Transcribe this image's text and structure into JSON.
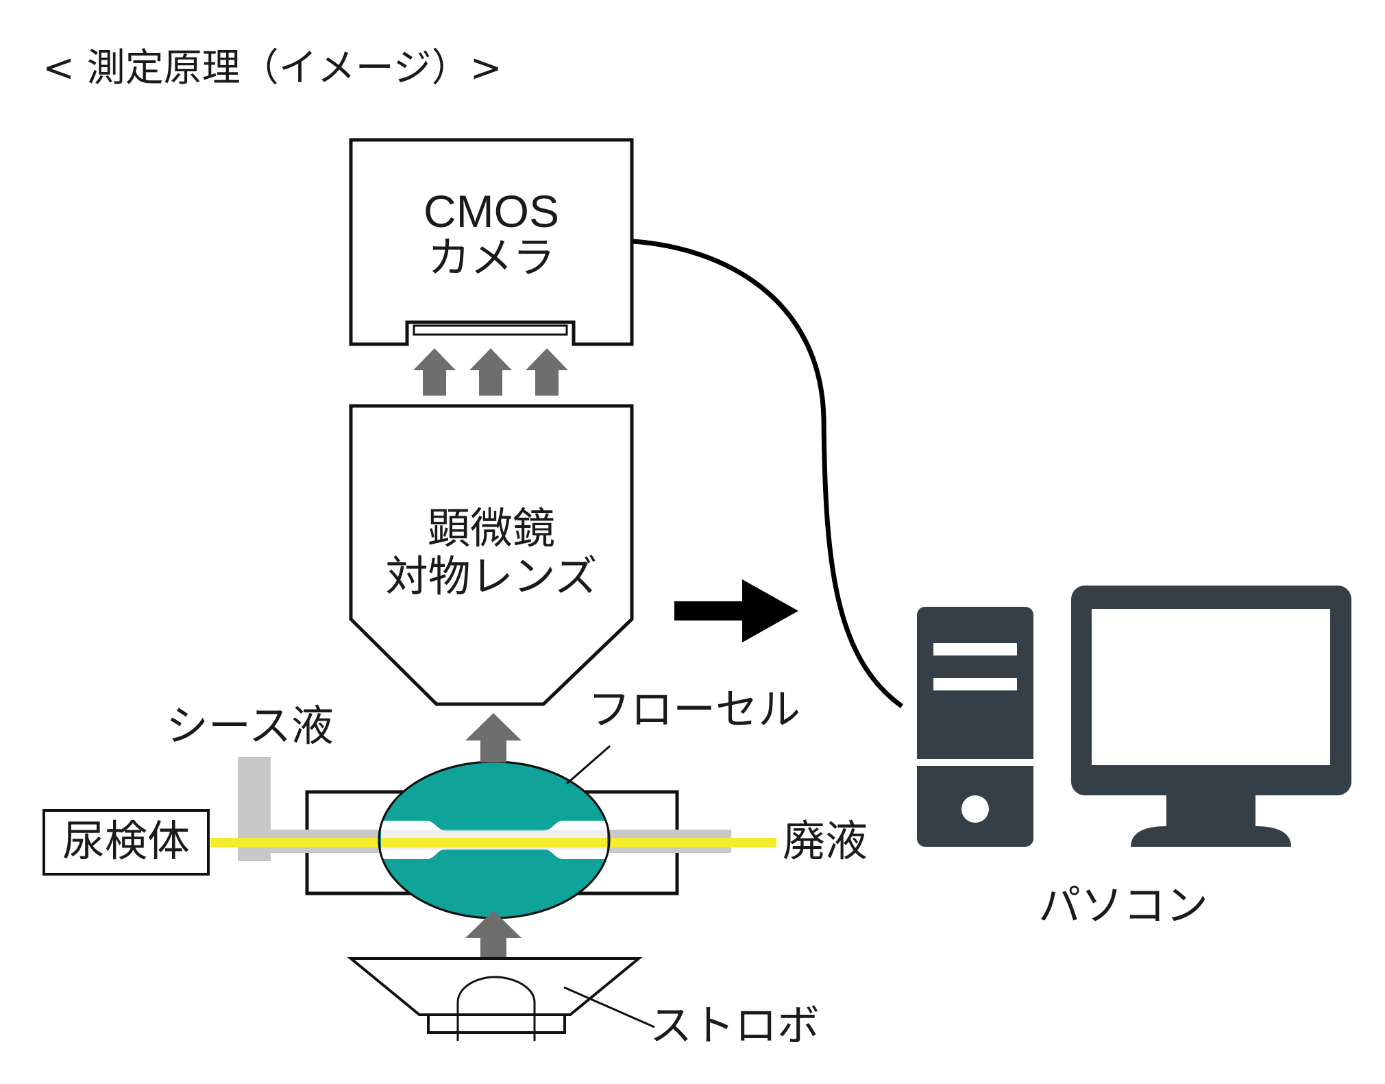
{
  "title": "< 測定原理（イメージ）>",
  "camera": {
    "line1": "CMOS",
    "line2": "カメラ"
  },
  "lens": {
    "line1": "顕微鏡",
    "line2": "対物レンズ"
  },
  "labels": {
    "sheath": "シース液",
    "flow_cell": "フローセル",
    "sample": "尿検体",
    "waste": "廃液",
    "strobe": "ストロボ",
    "pc": "パソコン"
  },
  "colors": {
    "flow_cell_fill": "#0fa39a",
    "sample_stream": "#f4ec2c",
    "sheath_pipe": "#c8c8c8",
    "arrow_gray": "#6e6e6e",
    "computer": "#353f48",
    "outline": "#111111"
  },
  "icons": [
    "up-arrow-icon",
    "right-arrow-icon",
    "pc-tower-icon",
    "monitor-icon"
  ]
}
